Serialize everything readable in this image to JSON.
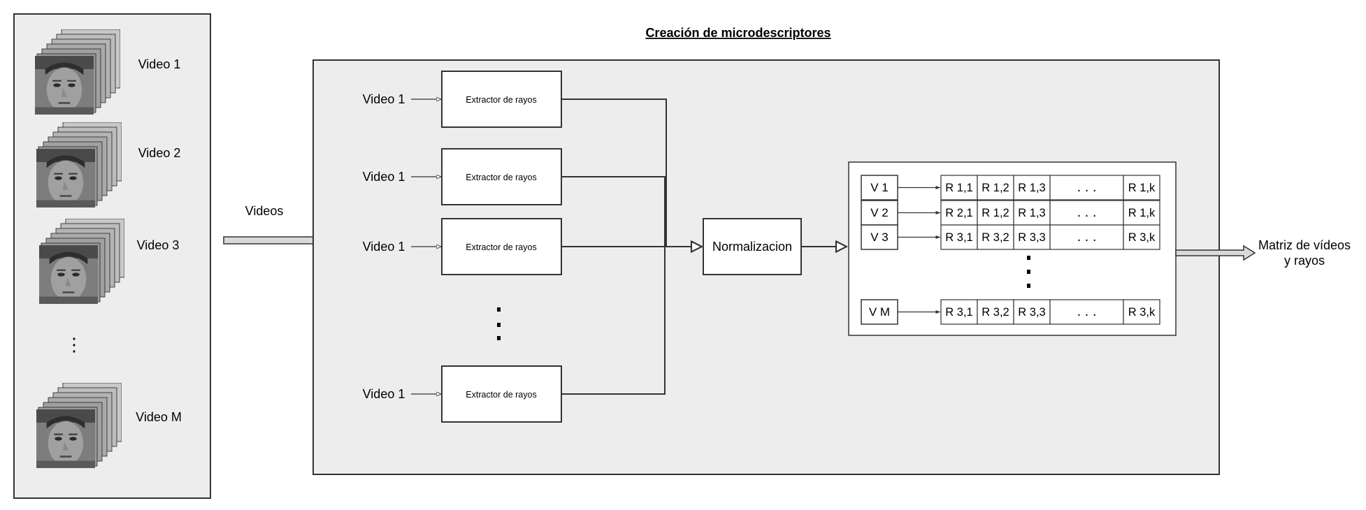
{
  "title": "Creación de microdescriptores",
  "left_panel": {
    "videos": [
      {
        "label": "Video 1"
      },
      {
        "label": "Video 2"
      },
      {
        "label": "Video 3"
      },
      {
        "label": "Video M"
      }
    ],
    "ellipsis": "⋮"
  },
  "videos_arrow_label": "Videos",
  "extractors": [
    {
      "input": "Video 1",
      "box": "Extractor de rayos"
    },
    {
      "input": "Video 1",
      "box": "Extractor de rayos"
    },
    {
      "input": "Video 1",
      "box": "Extractor de rayos"
    },
    {
      "input": "Video 1",
      "box": "Extractor de rayos"
    }
  ],
  "normalizer": "Normalizacion",
  "matrix": {
    "rows": [
      {
        "video": "V 1",
        "cells": [
          "R 1,1",
          "R 1,2",
          "R 1,3",
          ". . .",
          "R 1,k"
        ]
      },
      {
        "video": "V 2",
        "cells": [
          "R 2,1",
          "R 1,2",
          "R 1,3",
          ". . .",
          "R 1,k"
        ]
      },
      {
        "video": "V 3",
        "cells": [
          "R 3,1",
          "R 3,2",
          "R 3,3",
          ". . .",
          "R 3,k"
        ]
      },
      {
        "video": "V M",
        "cells": [
          "R 3,1",
          "R 3,2",
          "R 3,3",
          ". . .",
          "R 3,k"
        ]
      }
    ]
  },
  "output_label_line1": "Matriz de vídeos",
  "output_label_line2": "y rayos",
  "colors": {
    "panel_fill": "#ededed",
    "stroke": "#333333",
    "arrow_fill": "#d9d9d9",
    "face_dark": "#3a3a3a",
    "face_mid": "#7a7a7a",
    "face_light": "#a8a8a8"
  }
}
